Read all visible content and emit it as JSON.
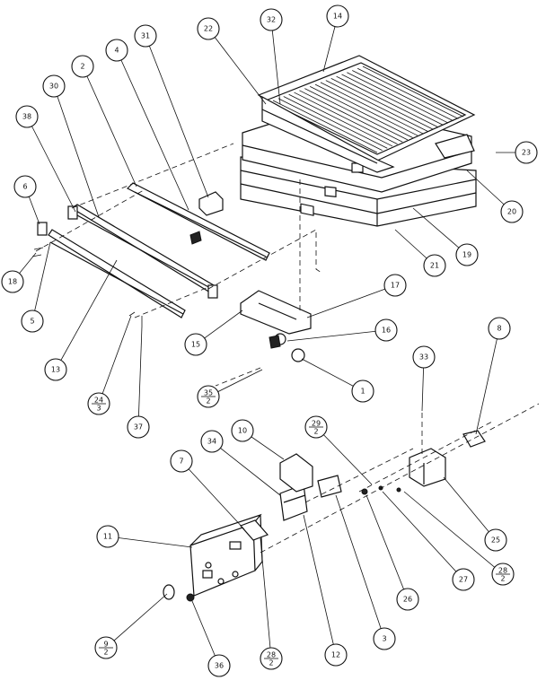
{
  "callouts": [
    {
      "id": "c14",
      "label": "14"
    },
    {
      "id": "c32",
      "label": "32"
    },
    {
      "id": "c22",
      "label": "22"
    },
    {
      "id": "c31",
      "label": "31"
    },
    {
      "id": "c4",
      "label": "4"
    },
    {
      "id": "c2",
      "label": "2"
    },
    {
      "id": "c30",
      "label": "30"
    },
    {
      "id": "c38",
      "label": "38"
    },
    {
      "id": "c6",
      "label": "6"
    },
    {
      "id": "c18",
      "label": "18"
    },
    {
      "id": "c5",
      "label": "5"
    },
    {
      "id": "c13",
      "label": "13"
    },
    {
      "id": "c24",
      "label": "24",
      "sub": "3"
    },
    {
      "id": "c37",
      "label": "37"
    },
    {
      "id": "c23",
      "label": "23"
    },
    {
      "id": "c20",
      "label": "20"
    },
    {
      "id": "c19",
      "label": "19"
    },
    {
      "id": "c21",
      "label": "21"
    },
    {
      "id": "c17",
      "label": "17"
    },
    {
      "id": "c16",
      "label": "16"
    },
    {
      "id": "c15",
      "label": "15"
    },
    {
      "id": "c1",
      "label": "1"
    },
    {
      "id": "c35",
      "label": "35",
      "sub": "2"
    },
    {
      "id": "c33",
      "label": "33"
    },
    {
      "id": "c8",
      "label": "8"
    },
    {
      "id": "c29",
      "label": "29",
      "sub": "2"
    },
    {
      "id": "c10",
      "label": "10"
    },
    {
      "id": "c34",
      "label": "34"
    },
    {
      "id": "c7",
      "label": "7"
    },
    {
      "id": "c11",
      "label": "11"
    },
    {
      "id": "c25",
      "label": "25"
    },
    {
      "id": "c28a",
      "label": "28",
      "sub": "2"
    },
    {
      "id": "c27",
      "label": "27"
    },
    {
      "id": "c26",
      "label": "26"
    },
    {
      "id": "c3",
      "label": "3"
    },
    {
      "id": "c12",
      "label": "12"
    },
    {
      "id": "c28b",
      "label": "28",
      "sub": "2"
    },
    {
      "id": "c36",
      "label": "36"
    },
    {
      "id": "c9",
      "label": "9",
      "sub": "2"
    }
  ]
}
